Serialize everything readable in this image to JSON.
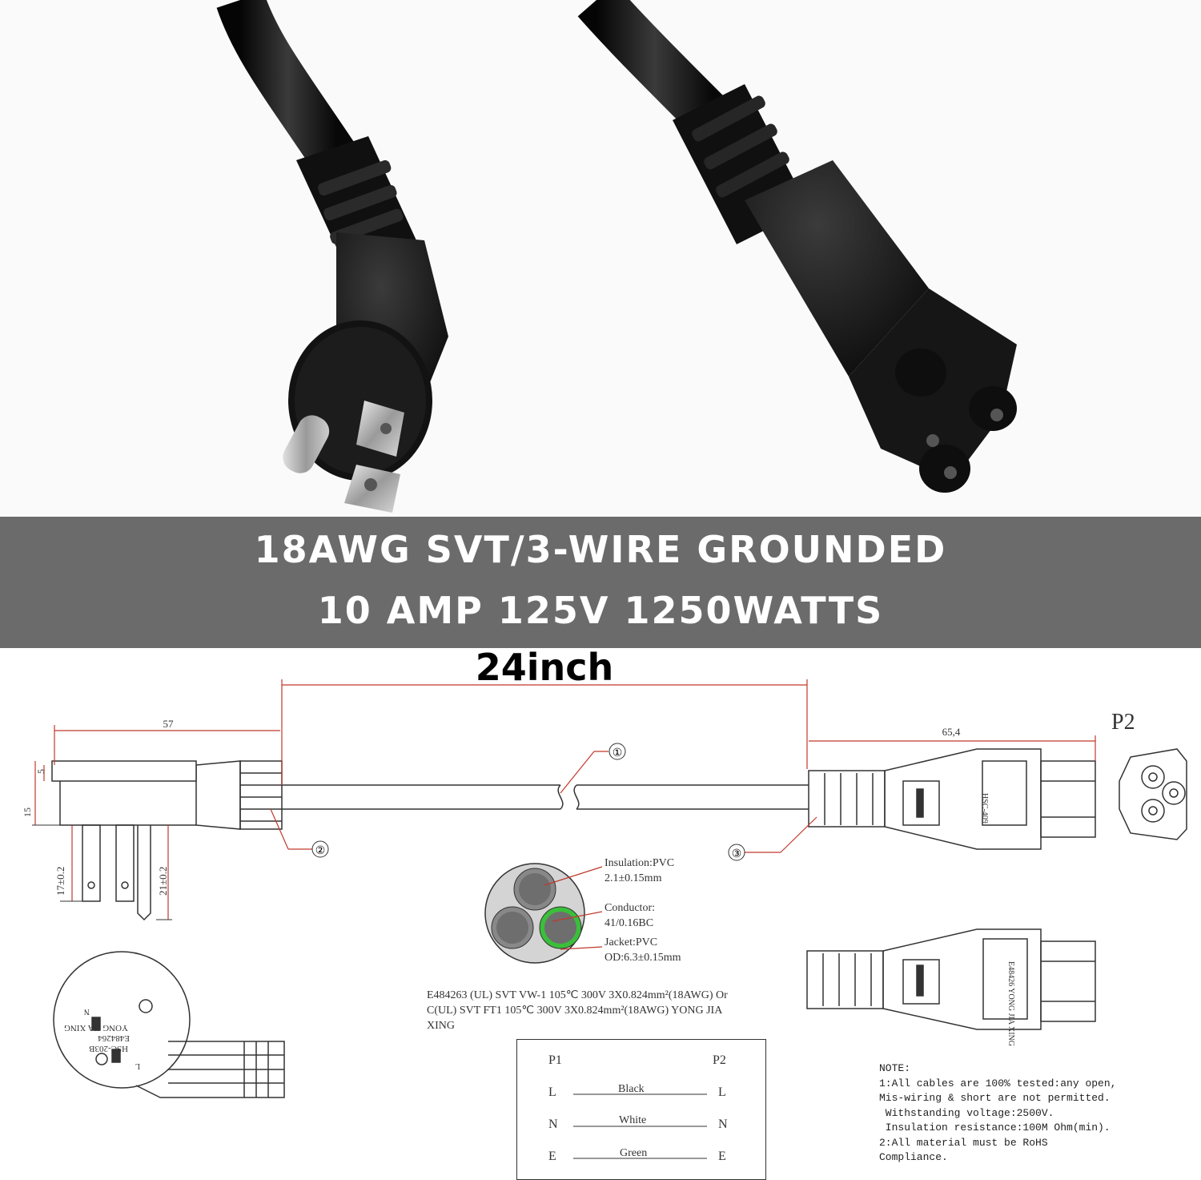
{
  "banner": {
    "line1": "18AWG SVT/3-WIRE GROUNDED",
    "line2": "10 AMP 125V 1250WATTS"
  },
  "drawing": {
    "length_label": "24inch",
    "dim_57": "57",
    "dim_5": "5",
    "dim_15": "15",
    "dim_17": "17±0.2",
    "dim_21": "21±0.2",
    "dim_654": "65,4",
    "p2_label": "P2",
    "callout_1": "①",
    "callout_2": "②",
    "callout_3": "③",
    "connector_mark_top": "HSC-409",
    "connector_mark_bottom": "E48426 YONG JIA XING"
  },
  "cross_section": {
    "insulation": "Insulation:PVC",
    "insulation_thk": "2.1±0.15mm",
    "conductor": "Conductor:",
    "conductor_spec": "41/0.16BC",
    "jacket": "Jacket:PVC",
    "jacket_od": "OD:6.3±0.15mm"
  },
  "cable_spec": {
    "line1": "E484263 (UL) SVT VW-1 105℃ 300V 3X0.824mm²(18AWG) Or",
    "line2": "C(UL) SVT FT1 105℃ 300V 3X0.824mm²(18AWG) YONG JIA",
    "line3": "XING"
  },
  "wiring_table": {
    "p1": "P1",
    "p2": "P2",
    "rows": [
      {
        "left": "L",
        "color": "Black",
        "right": "L"
      },
      {
        "left": "N",
        "color": "White",
        "right": "N"
      },
      {
        "left": "E",
        "color": "Green",
        "right": "E"
      }
    ]
  },
  "plug_face": {
    "mark1": "YONG JIA XING",
    "mark2": "E484264",
    "mark3": "HSC-203B",
    "mark_l": "L",
    "mark_n": "N"
  },
  "note": {
    "title": "NOTE:",
    "l1": "1:All cables are 100% tested:any open,",
    "l2": "Mis-wiring & short are not permitted.",
    "l3": " Withstanding voltage:2500V.",
    "l4": " Insulation resistance:100M Ohm(min).",
    "l5": "2:All material must be RoHS",
    "l6": "Compliance."
  },
  "colors": {
    "banner_bg": "#6b6b6b",
    "dimension_red": "#c0392b",
    "cable_black": "#151515",
    "ground_green": "#3bbf3b"
  }
}
